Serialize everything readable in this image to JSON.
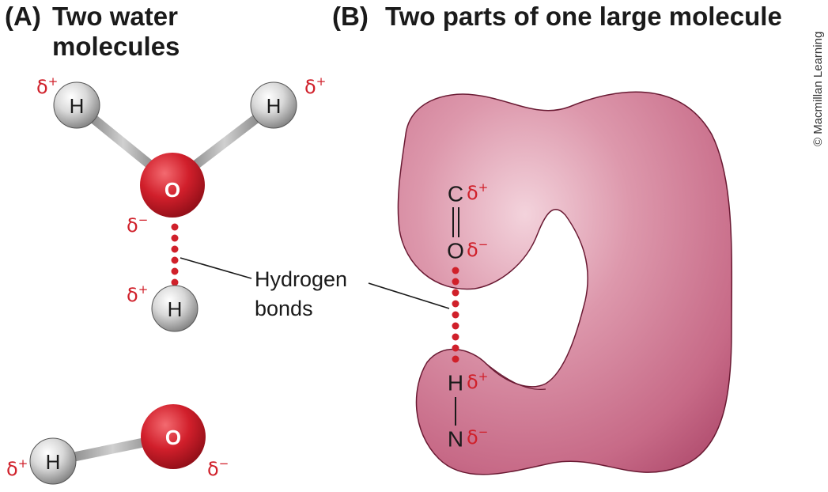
{
  "panel_a": {
    "letter": "(A)",
    "title": "Two water molecules"
  },
  "panel_b": {
    "letter": "(B)",
    "title": "Two parts of one large molecule"
  },
  "credit": "© Macmillan Learning",
  "atoms": {
    "hydrogen": "H",
    "oxygen": "O",
    "carbon": "C",
    "nitrogen": "N"
  },
  "charges": {
    "delta": "δ",
    "plus": "+",
    "minus": "−"
  },
  "annotation": {
    "line1": "Hydrogen",
    "line2": "bonds"
  },
  "colors": {
    "oxygen_red": "#d0202a",
    "hydrogen_gray": "#c8c8c8",
    "macromolecule_pink": "#d88aa2",
    "charge_red": "#d0202a"
  }
}
